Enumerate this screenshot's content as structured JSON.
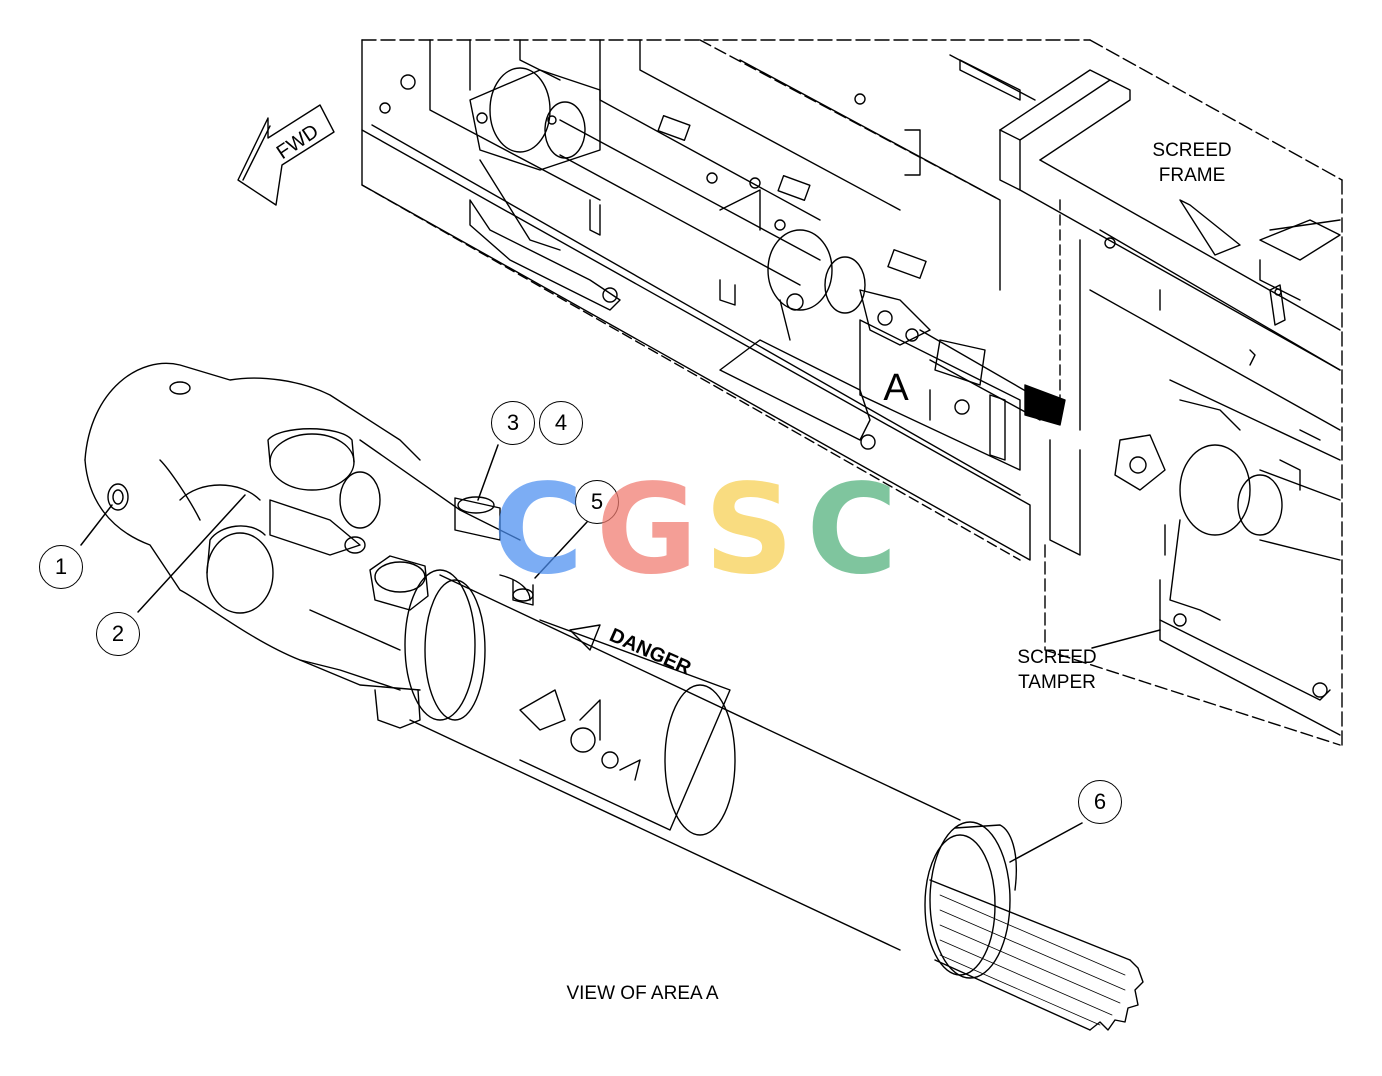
{
  "labels": {
    "fwd": "FWD",
    "screed_frame_line1": "SCREED",
    "screed_frame_line2": "FRAME",
    "screed_tamper_line1": "SCREED",
    "screed_tamper_line2": "TAMPER",
    "area_marker": "A",
    "view_caption": "VIEW OF AREA A",
    "danger_decal": "DANGER"
  },
  "callouts": [
    "1",
    "2",
    "3",
    "4",
    "5",
    "6"
  ],
  "watermark": {
    "letters": [
      "C",
      "G",
      "S",
      "C"
    ],
    "colors": [
      "#4a8ef0",
      "#f07a6e",
      "#f7cf50",
      "#4fb07a"
    ]
  },
  "colors": {
    "line": "#000000",
    "background": "#ffffff"
  }
}
